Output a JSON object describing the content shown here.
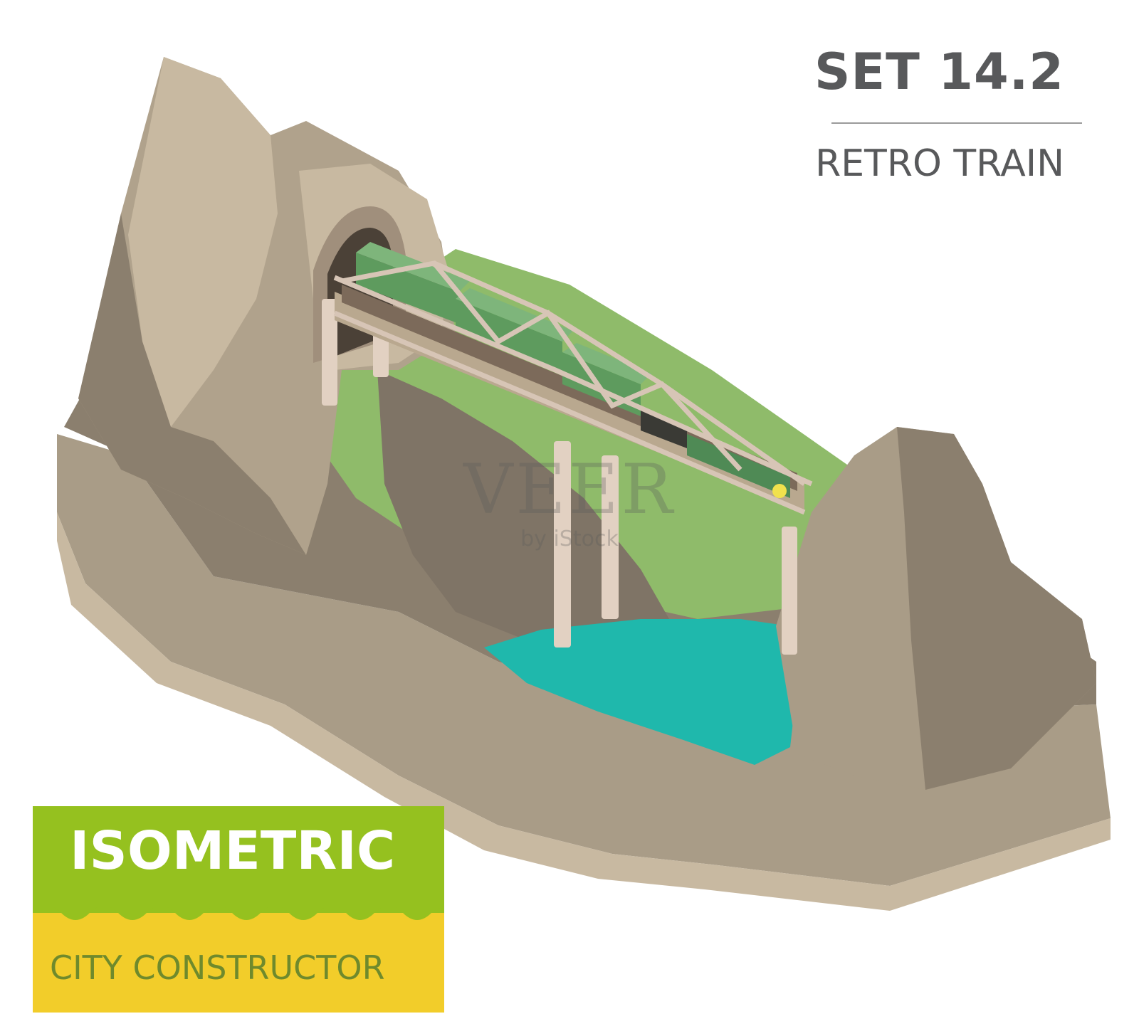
{
  "header": {
    "set_label": "SET 14.2",
    "subtitle": "RETRO TRAIN"
  },
  "badge": {
    "title": "ISOMETRIC",
    "subtitle": "CITY CONSTRUCTOR"
  },
  "watermark": {
    "main": "VEER",
    "sub": "by iStock"
  },
  "colors": {
    "rock_light": "#c8b9a1",
    "rock_mid": "#a99c87",
    "rock_dark": "#8b7f6e",
    "grass": "#8fbb6a",
    "water": "#1fb8ac",
    "train_green": "#5e9b5e",
    "bridge": "#d7c5b6",
    "badge_green": "#95c11f",
    "badge_yellow": "#f2cd2a"
  },
  "icons": [
    "mountain-tunnel-icon",
    "truss-bridge-icon",
    "steam-train-icon",
    "river-icon"
  ]
}
